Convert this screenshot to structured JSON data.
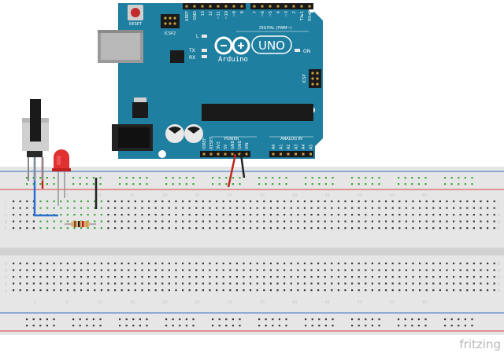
{
  "board": {
    "brand": "Arduino",
    "model": "UNO",
    "reset_label": "RESET",
    "icsp2_label": "ICSP2",
    "icsp_label": "ICSP",
    "on_label": "ON",
    "l_label": "L",
    "tx_label": "TX",
    "rx_label": "RX",
    "digital_label": "DIGITAL (PWM~)",
    "power_label": "POWER",
    "analog_label": "ANALOG IN",
    "digital_pins": [
      "AREF",
      "GND",
      "13",
      "12",
      "~11",
      "~10",
      "~9",
      "8",
      "7",
      "~6",
      "~5",
      "4",
      "~3",
      "2",
      "TX▸1",
      "RX◂0"
    ],
    "power_pins": [
      "IOREF",
      "RESET",
      "3V3",
      "5V",
      "GND",
      "GND",
      "VIN"
    ],
    "analog_pins": [
      "A0",
      "A1",
      "A2",
      "A3",
      "A4",
      "A5"
    ]
  },
  "breadboard": {
    "row_letters_top": [
      "j",
      "i",
      "h",
      "g",
      "f"
    ],
    "row_letters_bottom": [
      "e",
      "d",
      "c",
      "b",
      "a"
    ],
    "column_numbers": [
      "1",
      "5",
      "10",
      "15",
      "20",
      "25",
      "30",
      "35",
      "40",
      "45",
      "50",
      "55",
      "60"
    ]
  },
  "watermark": "fritzing",
  "colors": {
    "board": "#1f7fa0",
    "breadboard": "#e6e6e6",
    "rail_red": "#d94040",
    "rail_blue": "#3a6fc0",
    "wire_red": "#c0271e",
    "wire_blue": "#2a6fd0",
    "wire_black": "#222222",
    "led_red": "#e03030",
    "hole_green": "#3aa63a"
  }
}
